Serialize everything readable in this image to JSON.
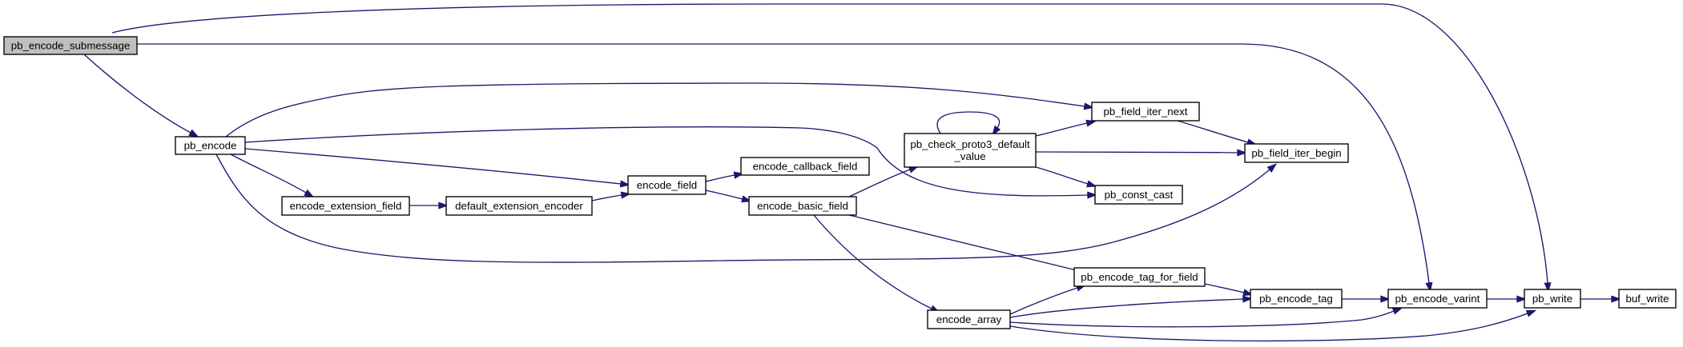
{
  "diagram": {
    "colors": {
      "edge": "#191970",
      "root_fill": "#bfbfbf",
      "node_fill": "#ffffff",
      "node_border": "#000000"
    },
    "nodes": [
      {
        "id": "pb_encode_submessage",
        "lines": [
          "pb_encode_submessage"
        ],
        "root": true
      },
      {
        "id": "pb_encode",
        "lines": [
          "pb_encode"
        ]
      },
      {
        "id": "encode_extension_field",
        "lines": [
          "encode_extension_field"
        ]
      },
      {
        "id": "default_extension_encoder",
        "lines": [
          "default_extension_encoder"
        ]
      },
      {
        "id": "encode_field",
        "lines": [
          "encode_field"
        ]
      },
      {
        "id": "encode_callback_field",
        "lines": [
          "encode_callback_field"
        ]
      },
      {
        "id": "encode_basic_field",
        "lines": [
          "encode_basic_field"
        ]
      },
      {
        "id": "pb_check_proto3_default_value",
        "lines": [
          "pb_check_proto3_default",
          "_value"
        ]
      },
      {
        "id": "pb_field_iter_next",
        "lines": [
          "pb_field_iter_next"
        ]
      },
      {
        "id": "pb_field_iter_begin",
        "lines": [
          "pb_field_iter_begin"
        ]
      },
      {
        "id": "pb_const_cast",
        "lines": [
          "pb_const_cast"
        ]
      },
      {
        "id": "pb_encode_tag_for_field",
        "lines": [
          "pb_encode_tag_for_field"
        ]
      },
      {
        "id": "encode_array",
        "lines": [
          "encode_array"
        ]
      },
      {
        "id": "pb_encode_tag",
        "lines": [
          "pb_encode_tag"
        ]
      },
      {
        "id": "pb_encode_varint",
        "lines": [
          "pb_encode_varint"
        ]
      },
      {
        "id": "pb_write",
        "lines": [
          "pb_write"
        ]
      },
      {
        "id": "buf_write",
        "lines": [
          "buf_write"
        ]
      }
    ],
    "edges": [
      {
        "from": "pb_encode_submessage",
        "to": "pb_write"
      },
      {
        "from": "pb_encode_submessage",
        "to": "pb_encode_varint"
      },
      {
        "from": "pb_encode_submessage",
        "to": "pb_encode"
      },
      {
        "from": "pb_encode",
        "to": "pb_field_iter_next"
      },
      {
        "from": "pb_encode",
        "to": "pb_const_cast"
      },
      {
        "from": "pb_encode",
        "to": "encode_field"
      },
      {
        "from": "pb_encode",
        "to": "encode_extension_field"
      },
      {
        "from": "pb_encode",
        "to": "pb_field_iter_begin"
      },
      {
        "from": "encode_extension_field",
        "to": "default_extension_encoder"
      },
      {
        "from": "default_extension_encoder",
        "to": "encode_field"
      },
      {
        "from": "encode_field",
        "to": "encode_callback_field"
      },
      {
        "from": "encode_field",
        "to": "encode_basic_field"
      },
      {
        "from": "encode_basic_field",
        "to": "pb_check_proto3_default_value"
      },
      {
        "from": "encode_basic_field",
        "to": "pb_encode_tag_for_field"
      },
      {
        "from": "encode_basic_field",
        "to": "encode_array"
      },
      {
        "from": "pb_check_proto3_default_value",
        "to": "pb_check_proto3_default_value"
      },
      {
        "from": "pb_check_proto3_default_value",
        "to": "pb_field_iter_next"
      },
      {
        "from": "pb_check_proto3_default_value",
        "to": "pb_field_iter_begin"
      },
      {
        "from": "pb_check_proto3_default_value",
        "to": "pb_const_cast"
      },
      {
        "from": "pb_field_iter_next",
        "to": "pb_field_iter_begin"
      },
      {
        "from": "encode_array",
        "to": "pb_encode_tag_for_field"
      },
      {
        "from": "encode_array",
        "to": "pb_encode_tag"
      },
      {
        "from": "encode_array",
        "to": "pb_encode_varint"
      },
      {
        "from": "encode_array",
        "to": "pb_write"
      },
      {
        "from": "pb_encode_tag_for_field",
        "to": "pb_encode_tag"
      },
      {
        "from": "pb_encode_tag",
        "to": "pb_encode_varint"
      },
      {
        "from": "pb_encode_varint",
        "to": "pb_write"
      },
      {
        "from": "pb_write",
        "to": "buf_write"
      }
    ]
  }
}
